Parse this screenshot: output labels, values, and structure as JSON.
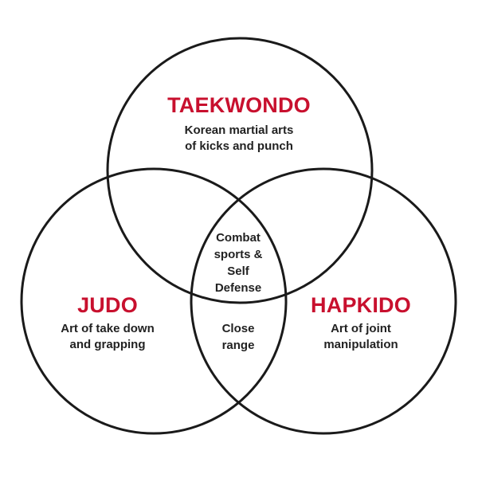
{
  "colors": {
    "title": "#c8102e",
    "stroke": "#1a1a1a",
    "text": "#222222",
    "background": "#ffffff"
  },
  "sets": {
    "top": {
      "title": "TAEKWONDO",
      "description": "Korean martial arts\nof kicks and punch"
    },
    "left": {
      "title": "JUDO",
      "description": "Art of take down\nand grapping"
    },
    "right": {
      "title": "HAPKIDO",
      "description": "Art of joint\nmanipulation"
    }
  },
  "intersections": {
    "all_three": "Combat\nsports &\nSelf\nDefense",
    "left_right": "Close\nrange"
  }
}
